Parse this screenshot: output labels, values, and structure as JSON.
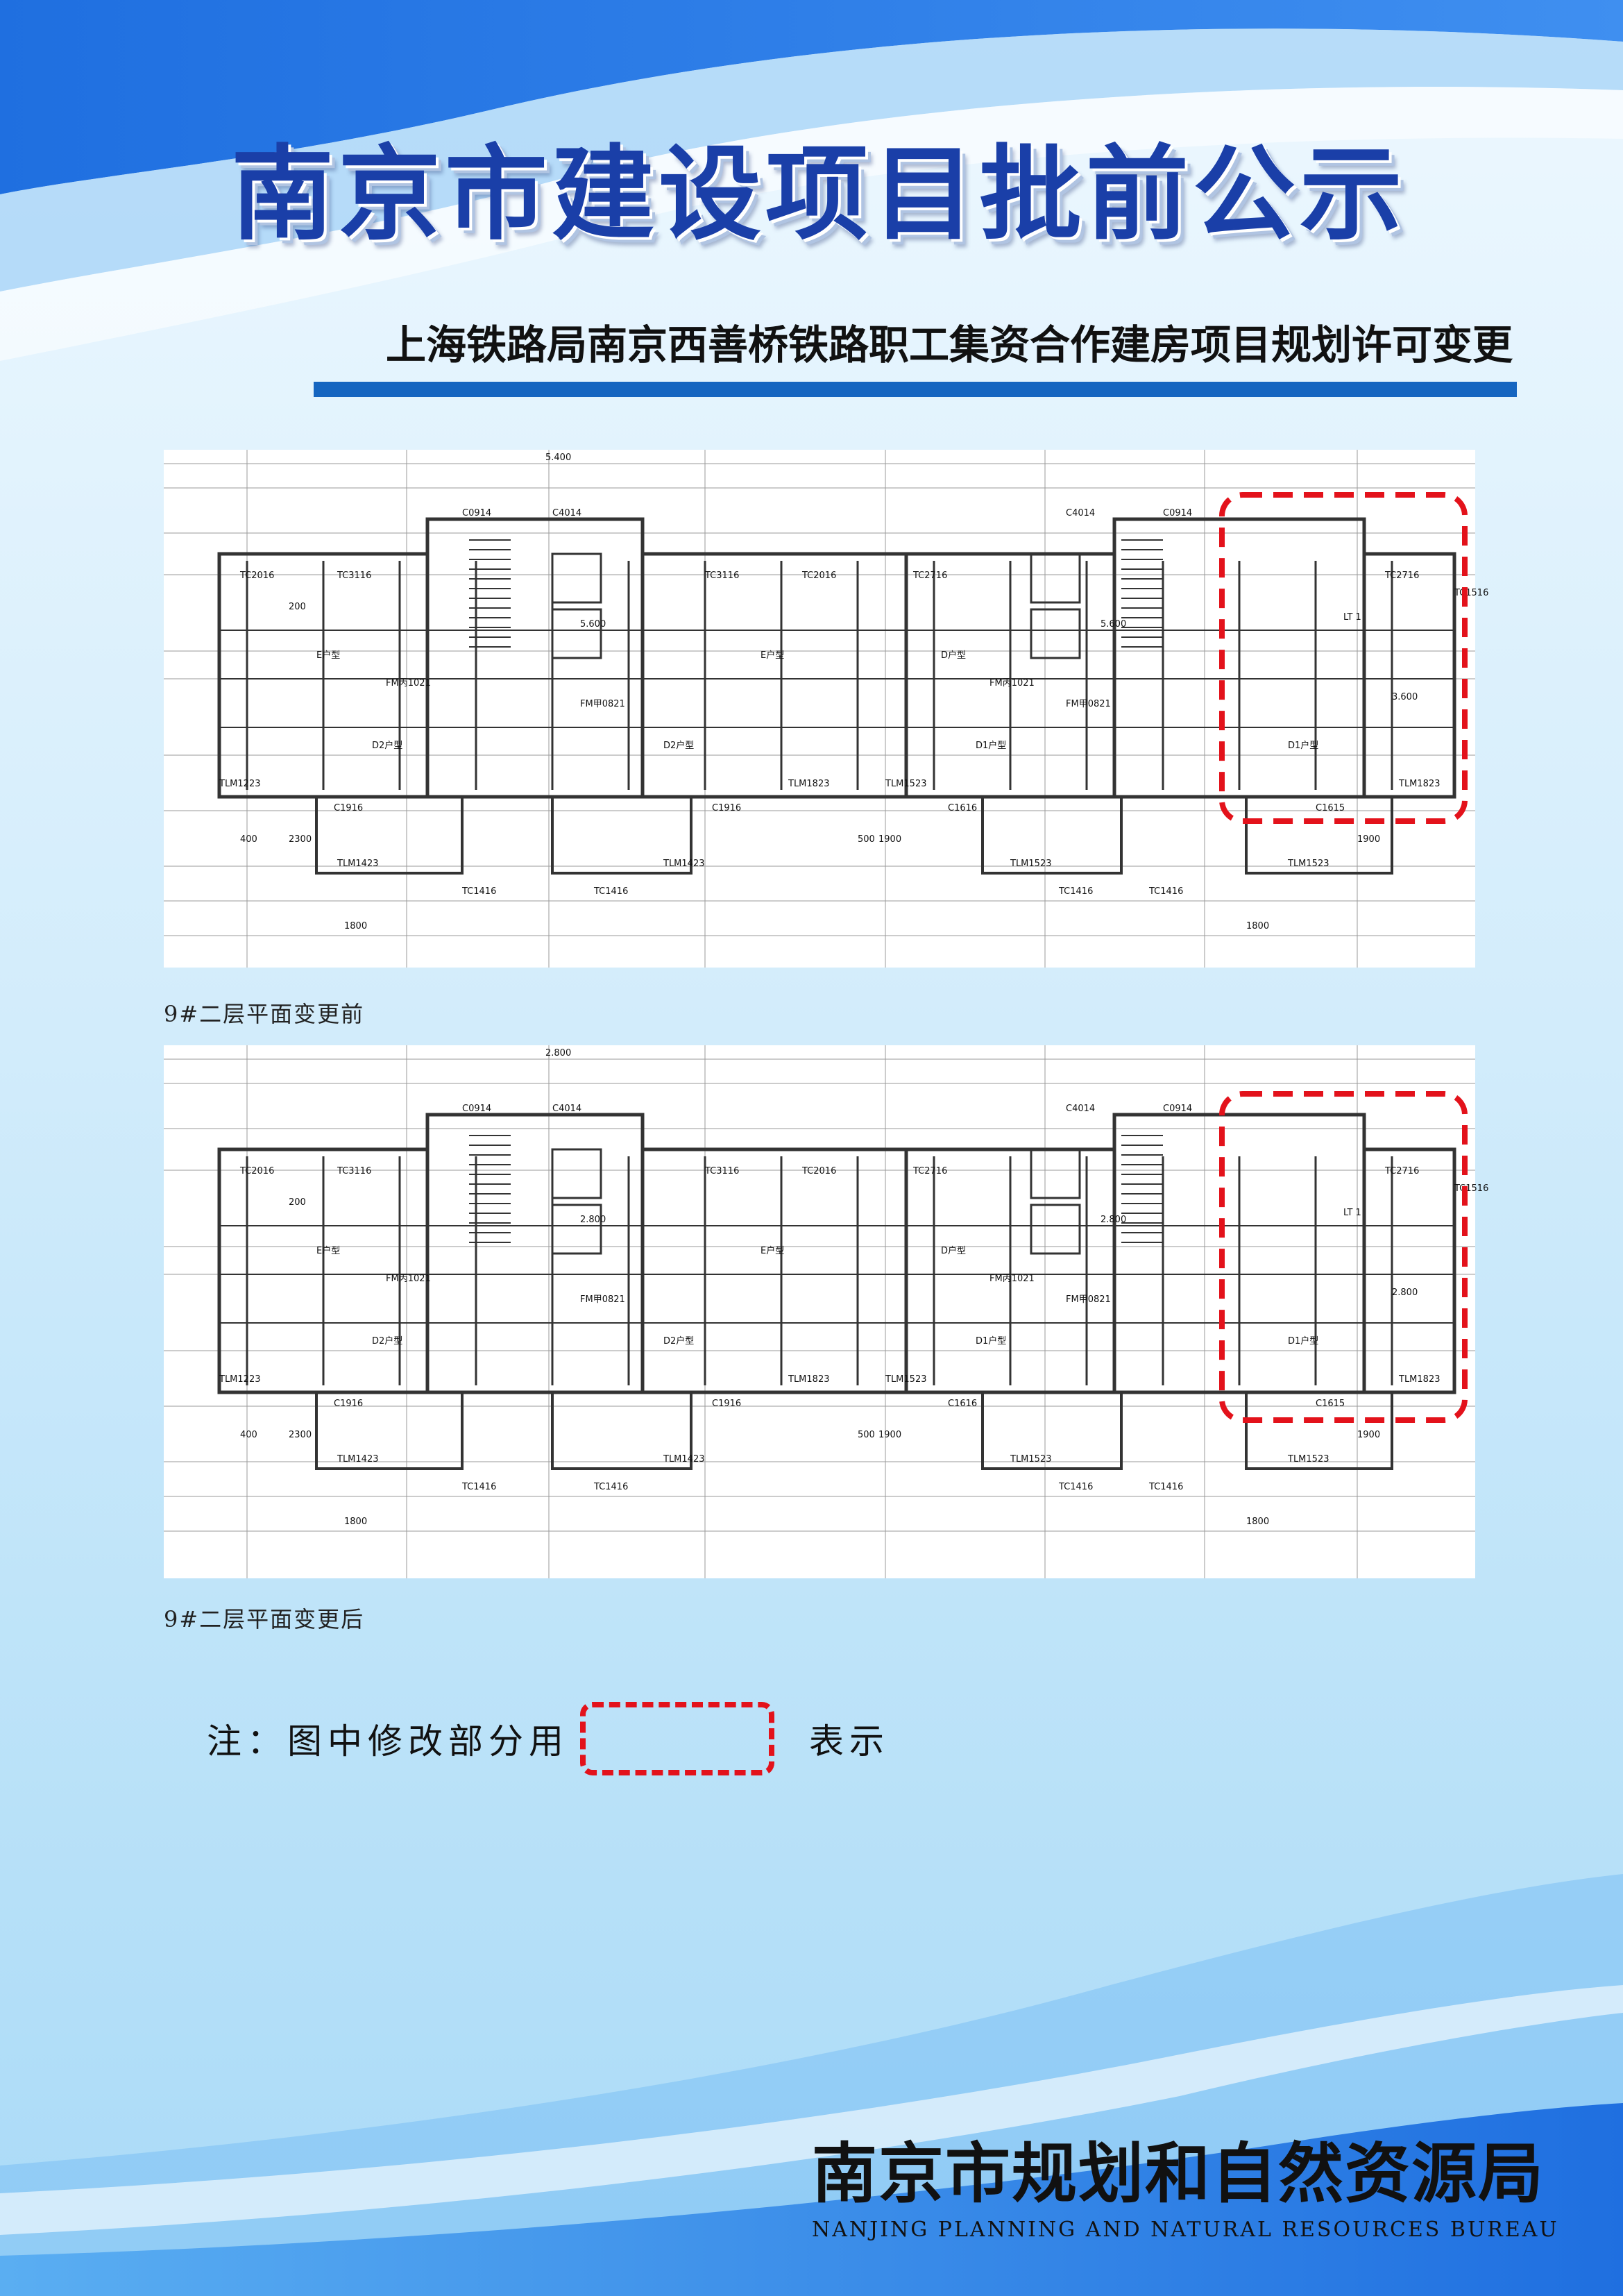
{
  "colors": {
    "title": "#1a3fa8",
    "rule": "#1565c0",
    "highlight": "#e3121b",
    "wave_dark": "#1f6fe0",
    "wave_light": "#6fb6f2"
  },
  "header": {
    "title": "南京市建设项目批前公示",
    "subtitle": "上海铁路局南京西善桥铁路职工集资合作建房项目规划许可变更"
  },
  "plans": [
    {
      "caption": "9#二层平面变更前",
      "labels": {
        "unit_e": "E户型",
        "unit_d2": "D2户型",
        "unit_d2b": "D2户型",
        "unit_d": "D户型",
        "unit_d1": "D1户型",
        "unit_d1b": "D1户型",
        "win_tc2016": "TC2016",
        "win_tc3116": "TC3116",
        "win_c4014": "C4014",
        "win_c0914": "C0914",
        "win_tc2716": "TC2716",
        "win_tc1516": "TC1516",
        "tlm1223": "TLM1223",
        "tlm1823": "TLM1823",
        "tlm1523": "TLM1523",
        "tlm1423": "TLM1423",
        "tc1416": "TC1416",
        "c1916": "C1916",
        "c1616": "C1616",
        "c1615": "C1615",
        "fm1021": "FM丙1021",
        "fm0821": "FM甲0821",
        "dim_5600": "5.600",
        "dim_5600b": "5.600",
        "dim_3600": "3.600",
        "dim_2300": "2300",
        "dim_1900": "1900",
        "dim_1800": "1800",
        "dim_400": "400",
        "dim_200": "200",
        "dim_500": "500",
        "lt": "LT 1",
        "elev": "5.400"
      }
    },
    {
      "caption": "9#二层平面变更后",
      "labels": {
        "unit_e": "E户型",
        "unit_d2": "D2户型",
        "unit_d2b": "D2户型",
        "unit_d": "D户型",
        "unit_d1": "D1户型",
        "unit_d1b": "D1户型",
        "win_tc2016": "TC2016",
        "win_tc3116": "TC3116",
        "win_c4014": "C4014",
        "win_c0914": "C0914",
        "win_tc2716": "TC2716",
        "win_tc1516": "TC1516",
        "tlm1223": "TLM1223",
        "tlm1823": "TLM1823",
        "tlm1523": "TLM1523",
        "tlm1423": "TLM1423",
        "tc1416": "TC1416",
        "c1916": "C1916",
        "c1616": "C1616",
        "c1615": "C1615",
        "fm1021": "FM丙1021",
        "fm0821": "FM甲0821",
        "dim_5600": "2.800",
        "dim_5600b": "2.800",
        "dim_3600": "2.800",
        "dim_2300": "2300",
        "dim_1900": "1900",
        "dim_1800": "1800",
        "dim_400": "400",
        "dim_200": "200",
        "dim_500": "500",
        "lt": "LT 1",
        "elev": "2.800"
      }
    }
  ],
  "note": {
    "prefix": "注：图中修改部分用",
    "suffix": "表示"
  },
  "footer": {
    "agency": "南京市规划和自然资源局",
    "agency_en": "NANJING PLANNING AND NATURAL RESOURCES BUREAU"
  }
}
